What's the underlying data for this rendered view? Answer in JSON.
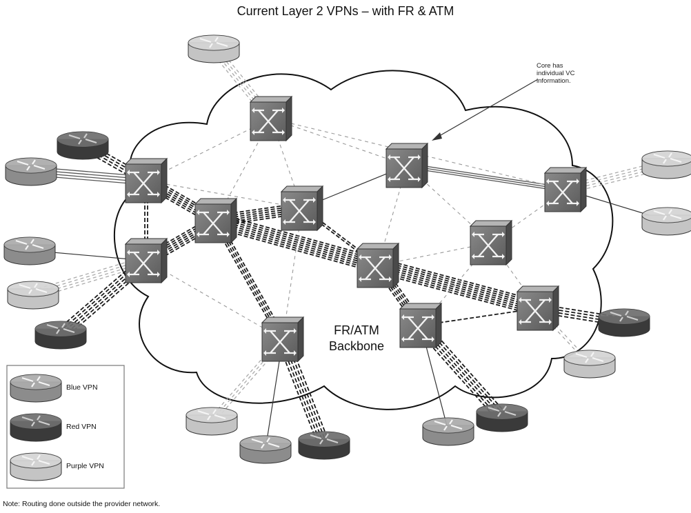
{
  "title": "Current Layer 2 VPNs – with FR & ATM",
  "annotation": [
    "Core has",
    "individual VC",
    "information."
  ],
  "backbone_label": [
    "FR/ATM",
    "Backbone"
  ],
  "legend": [
    {
      "label": "Blue VPN",
      "shade": "#8c8c8c"
    },
    {
      "label": "Red VPN",
      "shade": "#3a3a3a"
    },
    {
      "label": "Purple VPN",
      "shade": "#c4c4c4"
    }
  ],
  "note": "Note: Routing done outside the provider network.",
  "icons": {
    "switch": "atm-switch-icon",
    "router": "router-icon"
  }
}
